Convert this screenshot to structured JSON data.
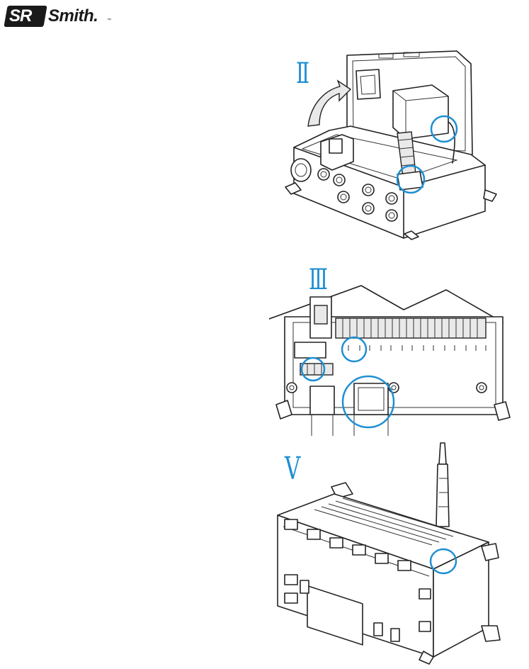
{
  "brand": {
    "logo_boxed": "SR",
    "logo_rest": "Smith.",
    "trademark": "™"
  },
  "steps": [
    {
      "label": "Ⅱ"
    },
    {
      "label": "Ⅲ"
    },
    {
      "label": "V"
    }
  ],
  "colors": {
    "accent": "#1e8fd2",
    "line": "#222222"
  }
}
